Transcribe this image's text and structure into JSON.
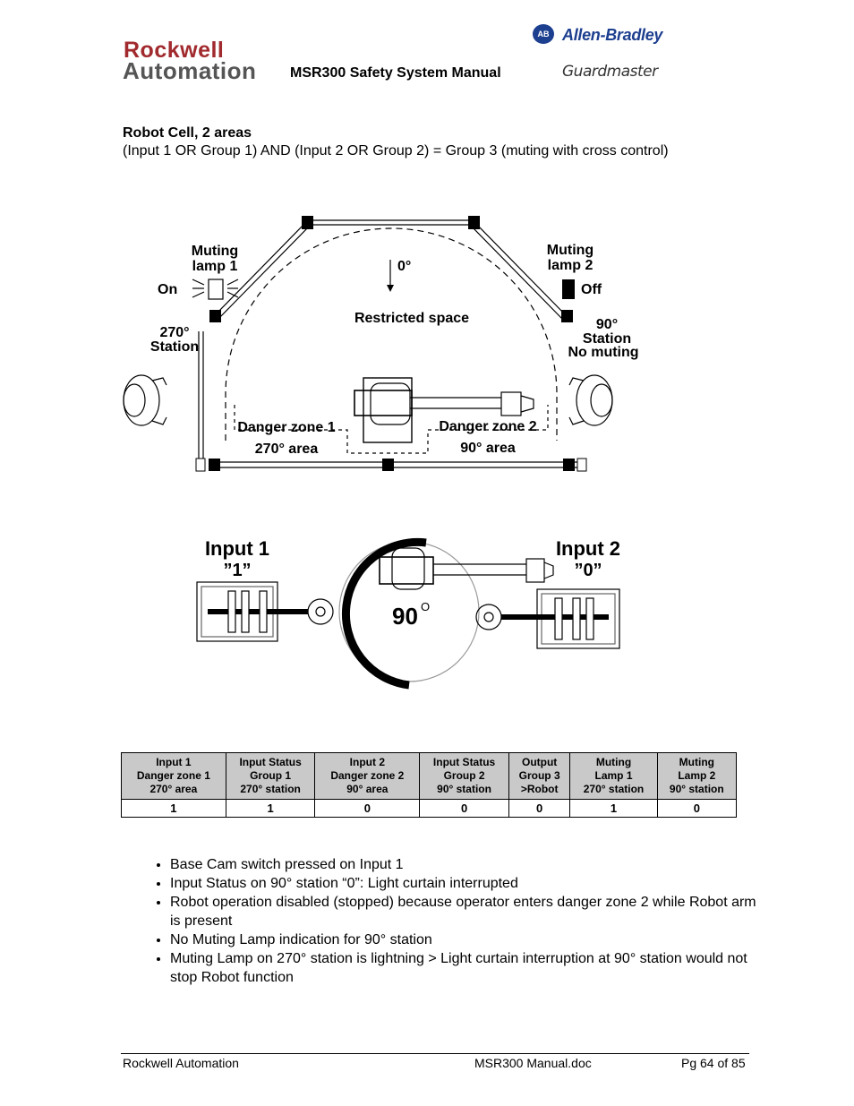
{
  "header": {
    "logo_line1": "Rockwell",
    "logo_line2": "Automation",
    "manual_title": "MSR300 Safety System Manual",
    "ab_badge": "AB",
    "ab_brand": "Allen-Bradley",
    "gm_brand": "Guardmaster"
  },
  "section": {
    "title": "Robot Cell, 2 areas",
    "formula": "(Input 1 OR Group 1) AND (Input 2 OR Group 2) = Group 3 (muting with cross control)"
  },
  "diagram1": {
    "muting_lamp1": [
      "Muting",
      "lamp 1"
    ],
    "muting_lamp2": [
      "Muting",
      "lamp 2"
    ],
    "on_label": "On",
    "off_label": "Off",
    "zero_deg": "0°",
    "restricted_space": "Restricted space",
    "station_270": [
      "270°",
      "Station"
    ],
    "station_90": [
      "90°",
      "Station",
      "No muting"
    ],
    "danger_zone1": "Danger zone 1",
    "danger_zone1_area": "270° area",
    "danger_zone2": "Danger zone 2",
    "danger_zone2_area": "90° area"
  },
  "diagram2": {
    "input1_title": "Input 1",
    "input1_value": "”1”",
    "input2_title": "Input 2",
    "input2_value": "”0”",
    "angle": "90",
    "degree_symbol": "O"
  },
  "table": {
    "headers": [
      [
        "Input 1",
        "Danger zone 1",
        "270° area"
      ],
      [
        "Input Status",
        "Group 1",
        "270° station"
      ],
      [
        "Input 2",
        "Danger zone 2",
        "90° area"
      ],
      [
        "Input Status",
        "Group 2",
        "90° station"
      ],
      [
        "Output",
        "Group 3",
        ">Robot"
      ],
      [
        "Muting",
        "Lamp 1",
        "270° station"
      ],
      [
        "Muting",
        "Lamp 2",
        "90° station"
      ]
    ],
    "values": [
      "1",
      "1",
      "0",
      "0",
      "0",
      "1",
      "0"
    ]
  },
  "bullets": [
    "Base Cam switch pressed on Input 1",
    "Input Status on 90° station “0”: Light curtain interrupted",
    "Robot operation disabled (stopped) because operator enters danger zone 2 while Robot arm is present",
    "No Muting Lamp indication for 90° station",
    "Muting Lamp on 270° station is lightning > Light curtain interruption at 90° station would not stop Robot function"
  ],
  "footer": {
    "left": "Rockwell Automation",
    "center": "MSR300 Manual.doc",
    "right": "Pg 64 of 85"
  },
  "colors": {
    "rockwell_red": "#a12a2e",
    "ab_blue": "#1d3f8f",
    "table_header_bg": "#c9c9c9"
  }
}
